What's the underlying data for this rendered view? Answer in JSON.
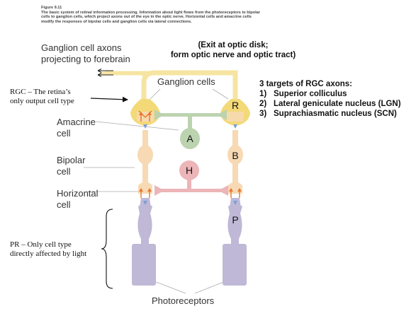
{
  "figure": {
    "number": "Figure 9.11",
    "caption": "The basic system of retinal information processing. Information about light flows from the photoreceptors to bipolar cells to ganglion cells, which project axons out of the eye in the optic nerve. Horizontal cells and amacrine cells modify the responses of bipolar cells and ganglion cells via lateral connections."
  },
  "labels": {
    "ganglion_axons_line1": "Ganglion cell axons",
    "ganglion_axons_line2": "projecting to forebrain",
    "exit_line1": "(Exit at optic disk;",
    "exit_line2": "form optic nerve and optic tract)",
    "ganglion_cells": "Ganglion cells",
    "amacrine_line1": "Amacrine",
    "amacrine_line2": "cell",
    "bipolar_line1": "Bipolar",
    "bipolar_line2": "cell",
    "horizontal_line1": "Horizontal",
    "horizontal_line2": "cell",
    "photoreceptors": "Photoreceptors"
  },
  "annotations": {
    "rgc_line1": "RGC – The retina’s",
    "rgc_line2": "only output cell type",
    "pr_line1": "PR – Only cell type",
    "pr_line2": "directly affected by light"
  },
  "targets": {
    "title": "3 targets of RGC axons:",
    "items": [
      {
        "num": "1)",
        "text": "Superior colliculus"
      },
      {
        "num": "2)",
        "text": "Lateral geniculate nucleus (LGN)"
      },
      {
        "num": "3)",
        "text": "Suprachiasmatic nucleus (SCN)"
      }
    ]
  },
  "cell_letters": {
    "ganglion": "R",
    "amacrine": "A",
    "bipolar": "B",
    "horizontal": "H",
    "photoreceptor": "P"
  },
  "colors": {
    "ganglion": "#f3d978",
    "axon": "#f6e4a2",
    "bipolar": "#f7d9b4",
    "amacrine": "#bcd3b0",
    "horizontal": "#ecb5b8",
    "photoreceptor": "#bfb8d6",
    "synapse_arrow": "#e8762d",
    "leader": "#aaaaaa"
  }
}
